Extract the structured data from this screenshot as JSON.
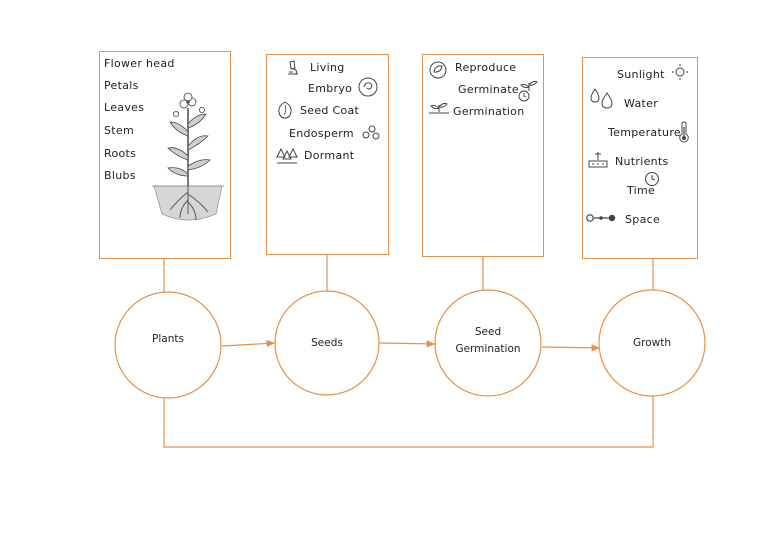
{
  "colors": {
    "accent": "#e8904a",
    "text": "#222222",
    "icon": "#444444"
  },
  "nodes": [
    {
      "id": "plants",
      "label_lines": [
        "Plants"
      ]
    },
    {
      "id": "seeds",
      "label_lines": [
        "Seeds"
      ]
    },
    {
      "id": "germination",
      "label_lines": [
        "Seed",
        "Germination"
      ]
    },
    {
      "id": "growth",
      "label_lines": [
        "Growth"
      ]
    }
  ],
  "boxes": {
    "plants": {
      "items": [
        "Flower head",
        "Petals",
        "Leaves",
        "Stem",
        "Roots",
        "Blubs"
      ],
      "illustration": "plant-with-roots-icon"
    },
    "seeds": {
      "items": [
        "Living",
        "Embryo",
        "Seed Coat",
        "Endosperm",
        "Dormant"
      ],
      "icons": [
        "microscope-icon",
        "embryo-icon",
        "seed-icon",
        "endosperm-icon",
        "forest-icon"
      ]
    },
    "germination": {
      "items": [
        "Reproduce",
        "Germinate",
        "Germination"
      ],
      "icons": [
        "recycle-leaf-icon",
        "sprout-clock-icon",
        "seedling-icon"
      ]
    },
    "growth": {
      "items": [
        "Sunlight",
        "Water",
        "Temperature",
        "Nutrients",
        "Time",
        "Space"
      ],
      "icons": [
        "sun-icon",
        "water-drops-icon",
        "thermometer-icon",
        "nutrients-icon",
        "clock-icon",
        "space-icon"
      ]
    }
  }
}
